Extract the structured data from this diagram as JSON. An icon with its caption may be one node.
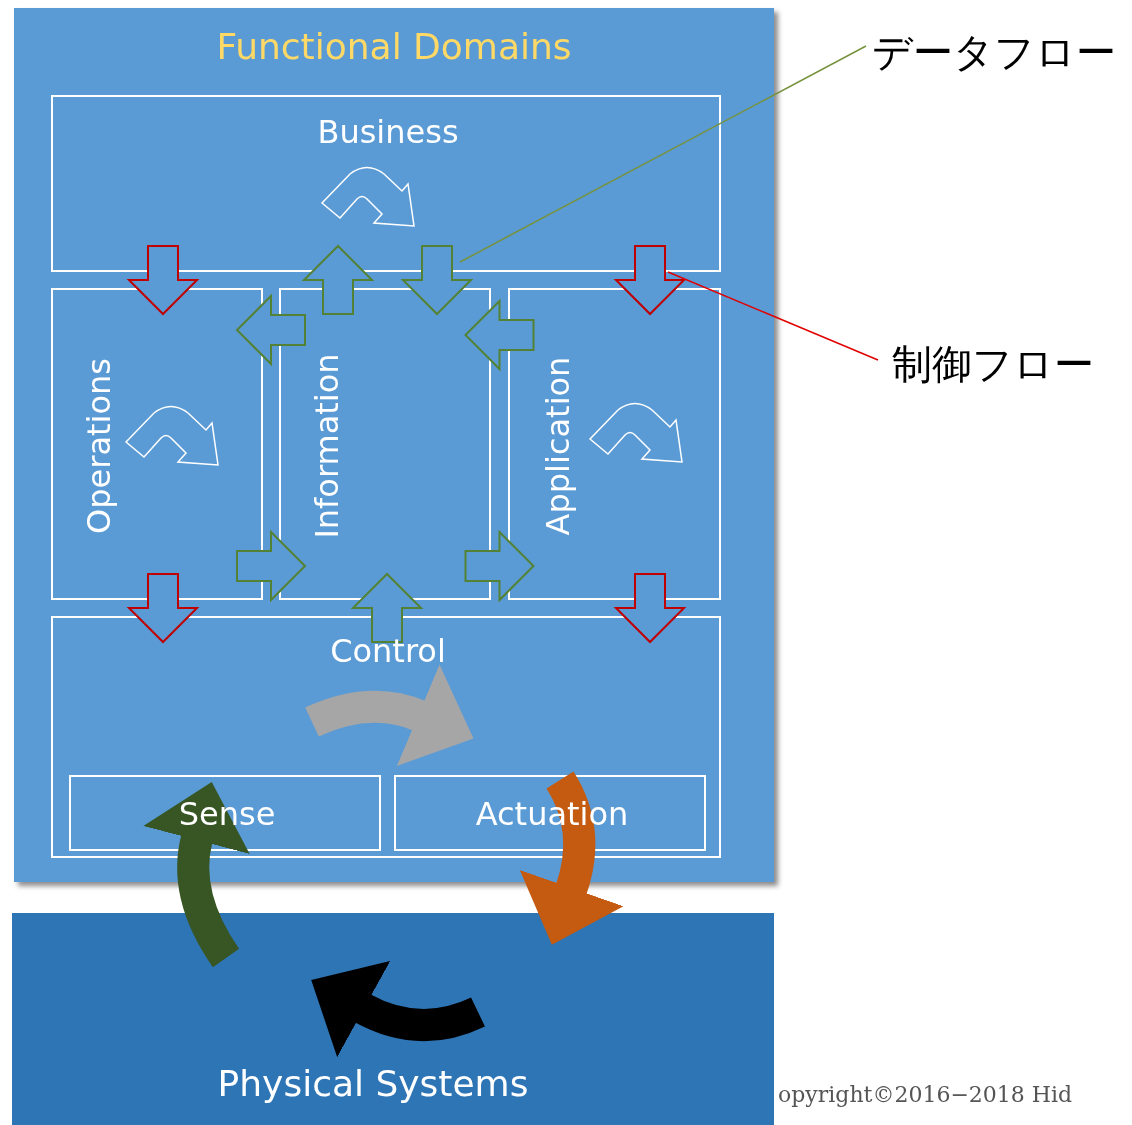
{
  "diagram": {
    "nodes": [
      {
        "text": [
          "Functional Domains"
        ]
      },
      {
        "text": [
          "Business"
        ],
        "in": 0
      },
      {
        "text": [
          "Operations"
        ],
        "in": 0
      },
      {
        "text": [
          "Information"
        ],
        "in": 0
      },
      {
        "text": [
          "Application"
        ],
        "in": 0
      },
      {
        "text": [
          "Control"
        ],
        "in": 0
      },
      {
        "text": [
          "Sense"
        ],
        "in": 5
      },
      {
        "text": [
          "Actuation"
        ],
        "in": 5
      },
      {
        "text": [
          "Physical Systems"
        ]
      },
      {
        "text": [
          "データフロー"
        ]
      },
      {
        "text": [
          "制御フロー"
        ]
      }
    ],
    "edges": [
      {
        "from": 1,
        "to": 2,
        "arrow": "to",
        "color": "#c00000"
      },
      {
        "from": 1,
        "to": 4,
        "arrow": "to",
        "color": "#c00000"
      },
      {
        "from": 2,
        "to": 5,
        "arrow": "to",
        "color": "#c00000"
      },
      {
        "from": 4,
        "to": 5,
        "arrow": "to",
        "color": "#c00000"
      },
      {
        "from": 3,
        "to": 1,
        "arrow": "to",
        "color": "#548235"
      },
      {
        "from": 1,
        "to": 3,
        "arrow": "to",
        "color": "#548235"
      },
      {
        "from": 3,
        "to": 2,
        "arrow": "to",
        "color": "#548235"
      },
      {
        "from": 4,
        "to": 3,
        "arrow": "to",
        "color": "#548235"
      },
      {
        "from": 2,
        "to": 3,
        "arrow": "to",
        "color": "#548235"
      },
      {
        "from": 3,
        "to": 4,
        "arrow": "to",
        "color": "#548235"
      },
      {
        "from": 5,
        "to": 3,
        "arrow": "to",
        "color": "#548235"
      },
      {
        "from": 8,
        "to": 6,
        "arrow": "to",
        "style": "thick",
        "color": "#375623"
      },
      {
        "from": 7,
        "to": 8,
        "arrow": "to",
        "style": "thick",
        "color": "#c55a11"
      },
      {
        "from": 9,
        "to": 1,
        "arrow": "none",
        "color": "#76923c"
      },
      {
        "from": 10,
        "to": 1,
        "arrow": "none",
        "color": "#e00000"
      }
    ],
    "labels": [
      "opyright©2016−2018 Hid"
    ]
  }
}
